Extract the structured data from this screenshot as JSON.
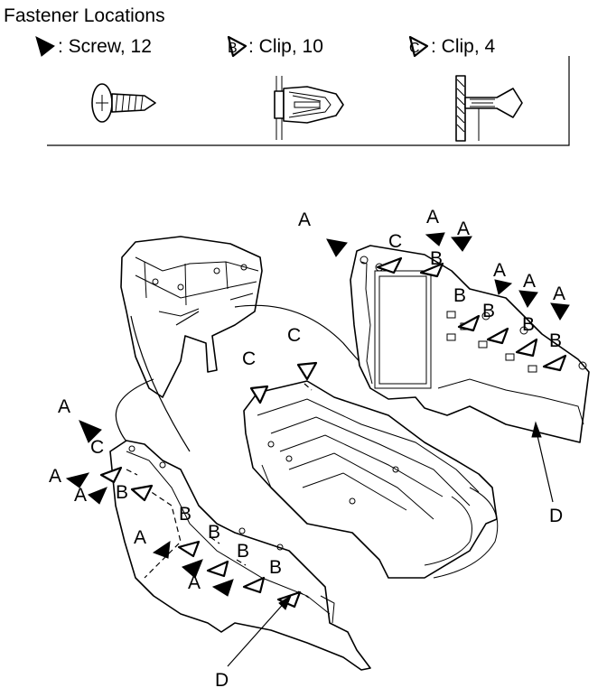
{
  "title": "Fastener Locations",
  "legend": [
    {
      "symbol": "A",
      "text": ": Screw, 12",
      "icon": "filled-triangle-icon"
    },
    {
      "symbol": "B",
      "text": ": Clip, 10",
      "icon": "open-triangle-b-icon"
    },
    {
      "symbol": "C",
      "text": ": Clip, 4",
      "icon": "open-triangle-c-icon"
    }
  ],
  "callouts": {
    "a": "A",
    "b": "B",
    "c": "C",
    "d": "D"
  },
  "colors": {
    "line": "#000000",
    "background": "#ffffff"
  }
}
